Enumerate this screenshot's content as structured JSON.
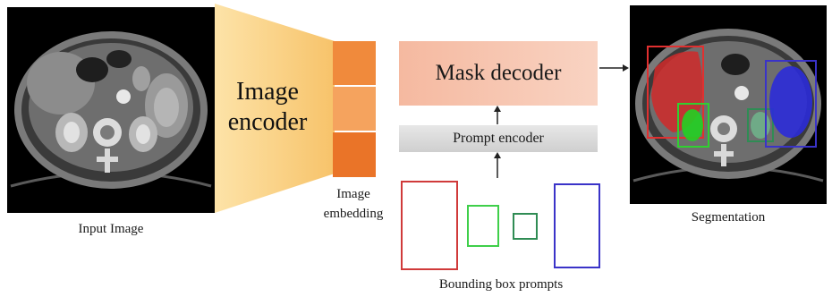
{
  "input": {
    "caption": "Input Image"
  },
  "encoder": {
    "line1": "Image",
    "line2": "encoder"
  },
  "embedding": {
    "line1": "Image",
    "line2": "embedding"
  },
  "decoder": {
    "label": "Mask decoder"
  },
  "prompt_encoder": {
    "label": "Prompt encoder"
  },
  "prompts": {
    "caption": "Bounding box prompts",
    "boxes": [
      {
        "color": "#d03a3a"
      },
      {
        "color": "#3fcf4a"
      },
      {
        "color": "#2f8c54"
      },
      {
        "color": "#3a33c8"
      }
    ]
  },
  "output": {
    "caption": "Segmentation"
  },
  "colors": {
    "encoder_gradient": [
      "#fde3a8",
      "#f7c36a"
    ],
    "embedding": [
      "#f08a3c",
      "#f5a35e",
      "#ea7428"
    ],
    "decoder": "#f7c4ae",
    "prompt_encoder": "#d8d8d8",
    "mask_red": "#d02a2a",
    "mask_green": "#22d022",
    "mask_blue": "#2b2bd8"
  }
}
